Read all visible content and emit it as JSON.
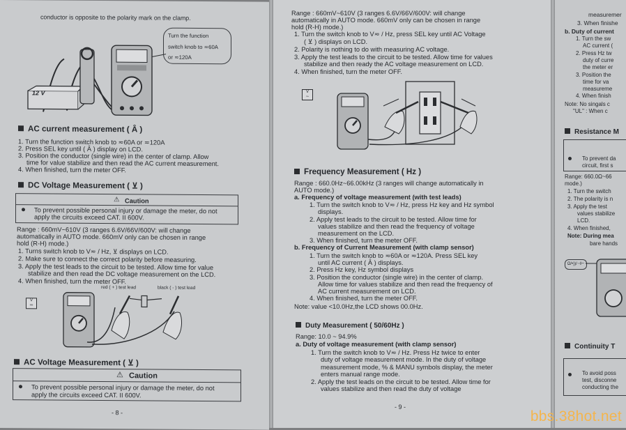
{
  "p8": {
    "top_line": "conductor is opposite to the polarity mark on the clamp.",
    "callout": [
      "Turn the function",
      "switch knob to ≂60A",
      "or ≂120A"
    ],
    "battery_label": "12 V",
    "ac_current": {
      "title": "AC current measurement ( Ȃ )",
      "steps": [
        "1. Turn the function switch knob to ≂60A or ≂120A",
        "2. Press SEL key until ( Ȃ ) display on LCD.",
        "3. Position the conductor (single wire) in the center of clamp. Allow",
        "time for value stabilize and then read the AC current measurement.",
        "4. When finished, turn the meter OFF."
      ]
    },
    "dc_voltage": {
      "title": "DC Voltage Measurement ( ⊻ )",
      "caution_title": "Caution",
      "caution": [
        "To prevent possible personal injury or damage the meter, do not",
        "apply the circuits exceed CAT. II 600V."
      ],
      "range": [
        "Range : 660mV~610V (3 ranges 6.6V/66V/600V: will change",
        "automatically in AUTO mode.   660mV only can be chosen in range",
        "hold (R-H) mode.)"
      ],
      "steps": [
        "1. Turns switch knob to V≂ / Hz, ⊻ displays on LCD.",
        "2. Make sure to connect the correct polarity before measuring.",
        "3. Apply the test leads to the circuit to be tested. Allow time for value",
        "stabilize and then read the DC voltage measurement on the LCD.",
        "4. When finished, turn the meter OFF."
      ],
      "lead_labels": [
        "red ( + ) test lead",
        "black ( - ) test lead"
      ]
    },
    "ac_voltage": {
      "title": "AC Voltage Measurement ( ⊻ )",
      "caution_title": "Caution",
      "caution": [
        "To prevent possible personal injury or damage the meter, do not",
        "apply the circuits exceed CAT. II 600V."
      ]
    },
    "page_no": "- 8 -"
  },
  "p9": {
    "range": [
      "Range : 660mV~610V (3 ranges 6.6V/66V/600V: will change",
      "automatically in AUTO mode.   660mV only can be chosen in range",
      "hold (R-H) mode.)"
    ],
    "steps": [
      "1. Turn the switch knob to V≂ / Hz, press SEL key until AC Voltage",
      "( ⊻ ) displays on LCD.",
      "2. Polarity is nothing to do with measuring AC voltage.",
      "3. Apply the test leads to the circuit to be tested. Allow time for values",
      "stabilize and then ready the AC voltage measurement on LCD.",
      "4. When finished, turn the meter OFF."
    ],
    "frequency": {
      "title": "Frequency Measurement ( Hz )",
      "range": [
        "Range : 660.0Hz~66.00kHz (3 ranges will change automatically in",
        "AUTO mode.)"
      ],
      "a_title": "a.  Frequency of voltage measurement (with test leads)",
      "a_steps": [
        "1. Turn the switch knob to V≂ / Hz, press Hz key and Hz symbol",
        "displays.",
        "2. Apply test leads to the circuit to be tested. Allow time for",
        "values stabilize and then read the frequency of voltage",
        "measurement on the LCD.",
        "3. When finished, turn the meter OFF."
      ],
      "b_title": "b.  Frequency of Current Measurement (with clamp sensor)",
      "b_steps": [
        "1. Turn the switch knob to ≂60A or ≂120A. Press SEL key",
        "until AC current ( Ȃ ) displays.",
        "2. Press Hz key, Hz symbol displays",
        "3. Position the conductor (single wire) in the center of clamp.",
        "Allow time for values stabilize and then read the frequency of",
        "AC current measurement on LCD.",
        "4. When finished, turn the meter OFF."
      ],
      "note": "Note: value <10.0Hz,the LCD shows 00.0Hz."
    },
    "duty": {
      "title": "Duty Measurement ( 50/60Hz )",
      "range": "Range: 10.0 ~ 94.9%",
      "a_title": "a.  Duty of voltage measurement (with clamp sensor)",
      "a_steps": [
        "1. Turn the switch knob to V≂ / Hz. Press Hz twice to enter",
        "duty of voltage measurement mode. In the duty of voltage",
        "measurement mode, % & MANU symbols display, the meter",
        "enters manual range mode.",
        "2. Apply the test leads on the circuit to be tested. Allow time for",
        "values   stabilize   and   then   read   the   duty   of   voltage"
      ]
    },
    "page_no": "- 9 -"
  },
  "p10": {
    "lines_a": [
      "measuremer",
      "3.  When finishe"
    ],
    "b_title": "b.  Duty of current",
    "b_lines": [
      "1.  Turn the sw",
      "AC current (",
      "2.  Press Hz tw",
      "duty of curre",
      "the meter er",
      "3.  Position the",
      "time for va",
      "measureme",
      "4.  When finish"
    ],
    "note": [
      "Note: No singals c",
      "\"UL\" : When c"
    ],
    "resistance_title": "Resistance M",
    "resistance_box": [
      "To prevent da",
      "circuit, first s"
    ],
    "range": [
      "Range: 660.0Ω~66",
      "mode.)"
    ],
    "steps": [
      "1.  Turn the switch",
      "2.  The polarity is n",
      "3.  Apply the test",
      "values stabilize",
      "LCD.",
      "4.  When finished,"
    ],
    "note2": [
      "Note:  During mea",
      "bare hands"
    ],
    "symbol": "Ω/•))/⊣⊢",
    "continuity_title": "Continuity T",
    "continuity_box": [
      "To avoid poss",
      "test, disconne",
      "conducting the"
    ]
  },
  "watermark": "bbs.38hot.net"
}
